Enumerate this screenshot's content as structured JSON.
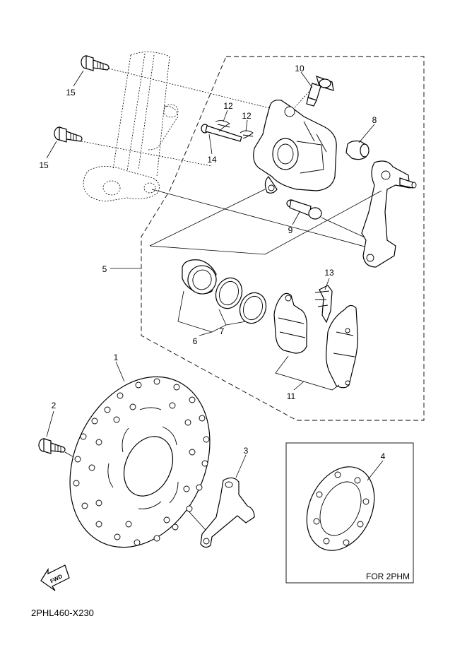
{
  "callouts": {
    "p1": "1",
    "p2": "2",
    "p3": "3",
    "p4": "4",
    "p5": "5",
    "p6": "6",
    "p7": "7",
    "p8": "8",
    "p9": "9",
    "p10": "10",
    "p11": "11",
    "p12a": "12",
    "p12b": "12",
    "p13": "13",
    "p14": "14",
    "p15a": "15",
    "p15b": "15"
  },
  "inset_caption": "FOR 2PHM",
  "fwd_label": "FWD",
  "diagram_code": "2PHL460-X230"
}
